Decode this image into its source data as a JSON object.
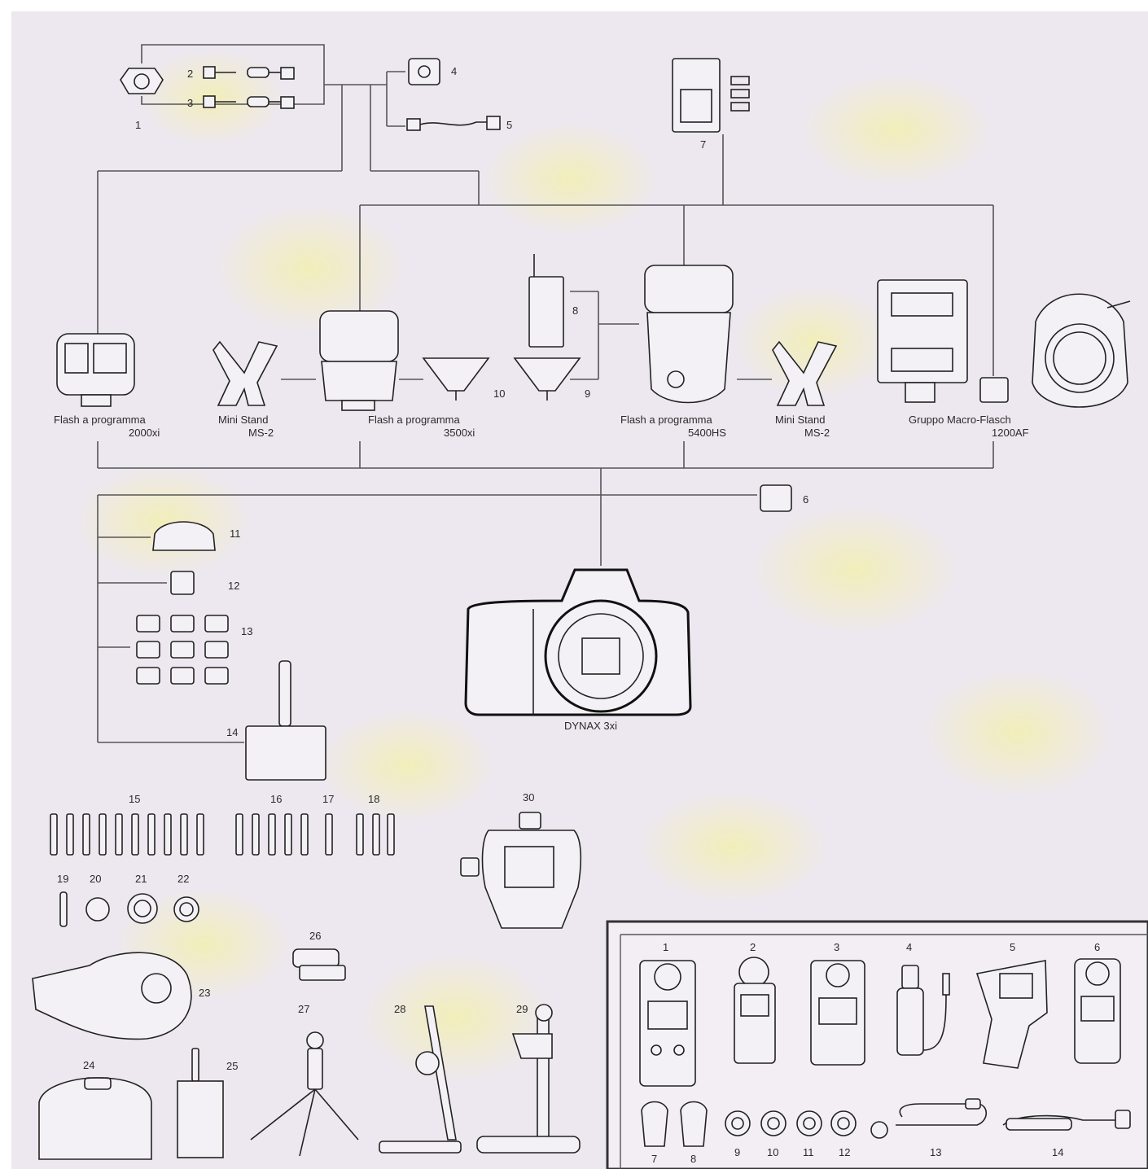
{
  "colors": {
    "background": "#ede8f0",
    "accent_yellow": "#f3efb0",
    "line": "#555555",
    "outline": "#222222"
  },
  "flashes": {
    "f2000": {
      "line1": "Flash a programma",
      "line2": "2000xi"
    },
    "ms2_left": {
      "line1": "Mini Stand",
      "line2": "MS-2"
    },
    "f3500": {
      "line1": "Flash a programma",
      "line2": "3500xi"
    },
    "f5400": {
      "line1": "Flash a programma",
      "line2": "5400HS"
    },
    "ms2_right": {
      "line1": "Mini Stand",
      "line2": "MS-2"
    },
    "macro": {
      "line1": "Gruppo Macro-Flasch",
      "line2": "1200AF"
    }
  },
  "camera": {
    "label": "DYNAX 3xi"
  },
  "accessory_numbers": {
    "n1": "1",
    "n2": "2",
    "n3": "3",
    "n4": "4",
    "n5": "5",
    "n6": "6",
    "n7": "7",
    "n8": "8",
    "n9": "9",
    "n10": "10",
    "n11": "11",
    "n12": "12",
    "n13": "13",
    "n14": "14",
    "n15": "15",
    "n16": "16",
    "n17": "17",
    "n18": "18",
    "n19": "19",
    "n20": "20",
    "n21": "21",
    "n22": "22",
    "n23": "23",
    "n24": "24",
    "n25": "25",
    "n26": "26",
    "n27": "27",
    "n28": "28",
    "n29": "29",
    "n30": "30"
  },
  "meters_panel": {
    "numbers": [
      "1",
      "2",
      "3",
      "4",
      "5",
      "6",
      "7",
      "8",
      "9",
      "10",
      "11",
      "12",
      "13",
      "14"
    ]
  }
}
